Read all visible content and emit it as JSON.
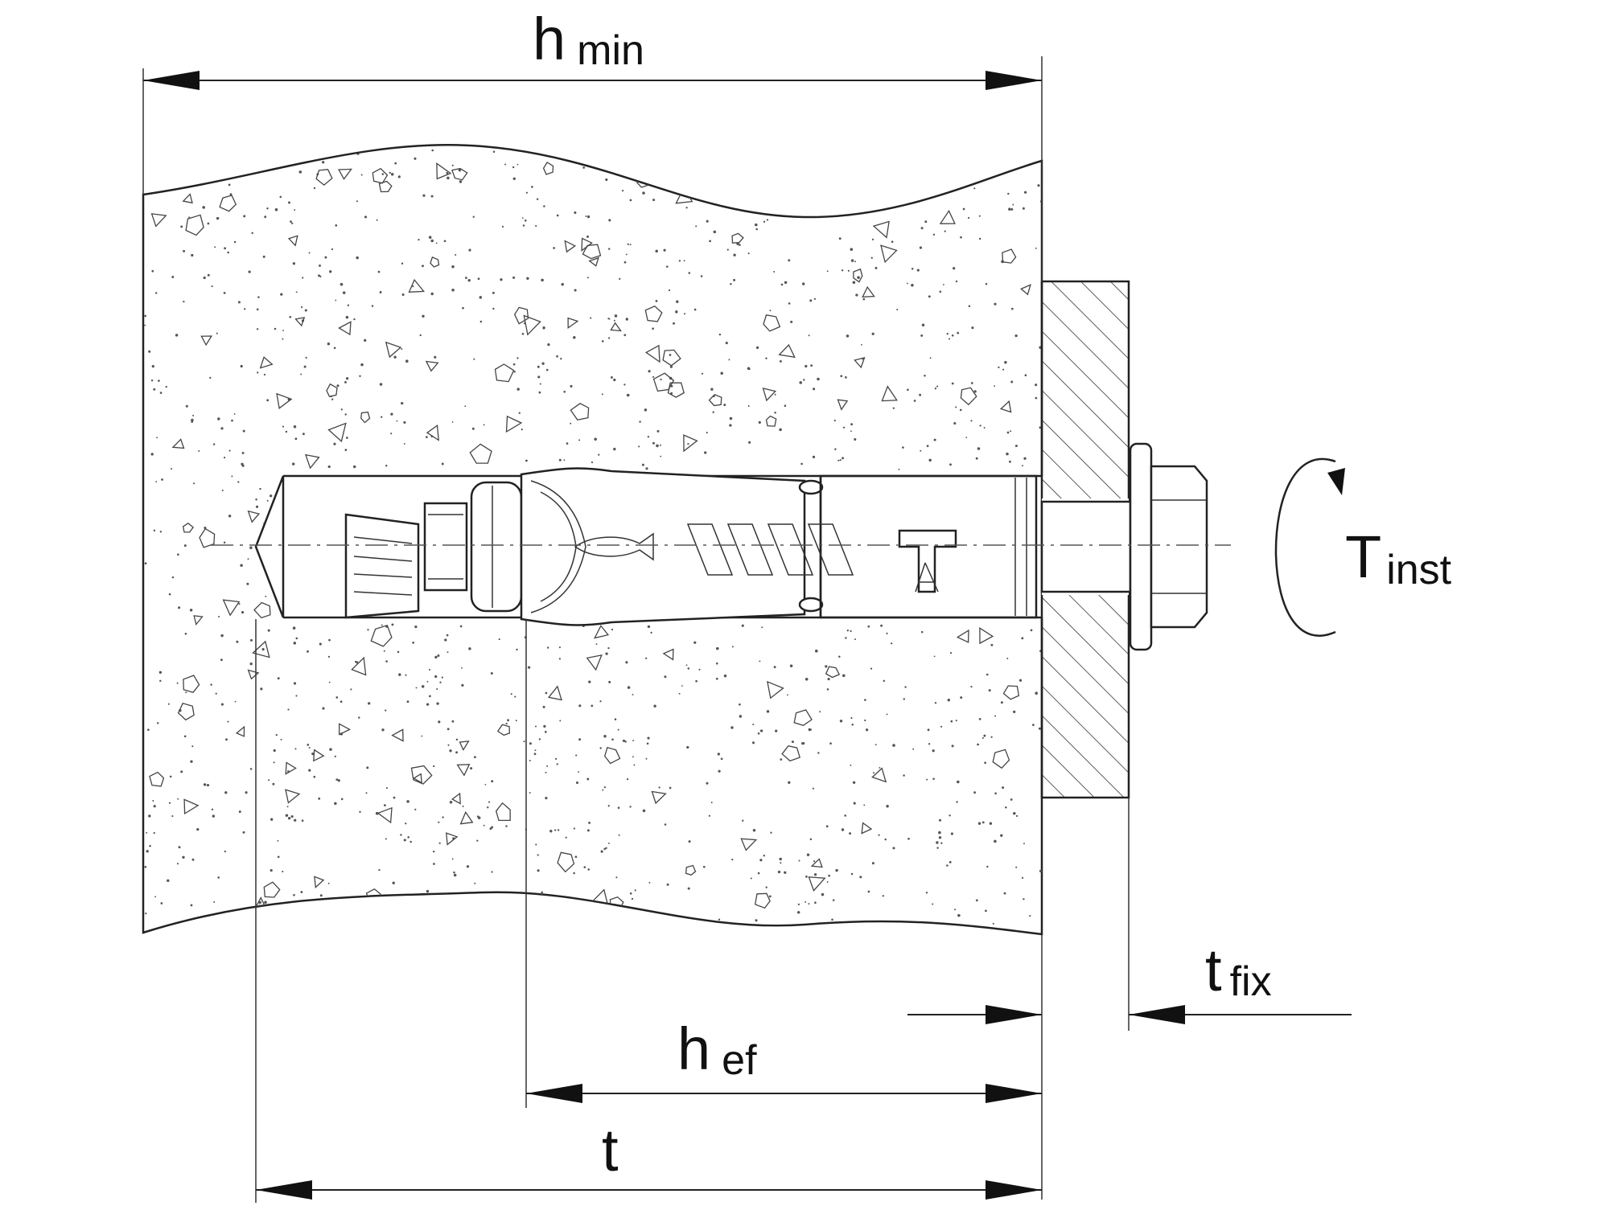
{
  "labels": {
    "hmin": {
      "main": "h",
      "sub": "min"
    },
    "tinst": {
      "main": "T",
      "sub": "inst"
    },
    "tfix": {
      "main": "t",
      "sub": "fix"
    },
    "hef": {
      "main": "h",
      "sub": "ef"
    },
    "t": {
      "main": "t"
    }
  },
  "colors": {
    "line": "#222222",
    "background": "#ffffff",
    "concrete_speckle": "#555555"
  }
}
